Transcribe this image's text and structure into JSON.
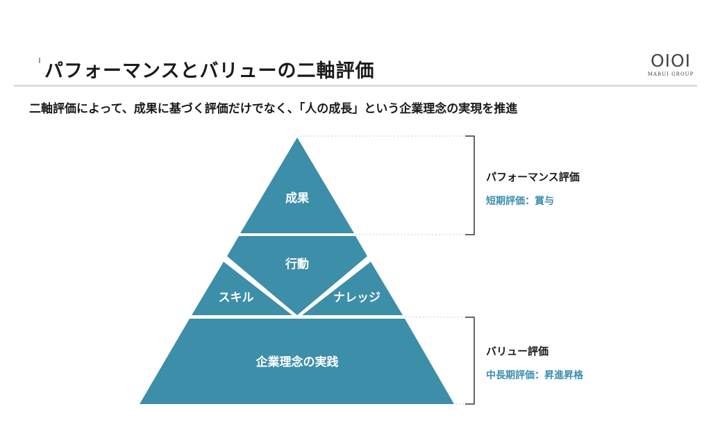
{
  "header": {
    "title": "パフォーマンスとバリューの二軸評価",
    "logo_mark": "OIOI",
    "logo_text": "MARUI GROUP"
  },
  "subtitle": "二軸評価によって、成果に基づく評価だけでなく、「人の成長」という企業理念の実現を推進",
  "pyramid": {
    "top": "成果",
    "middle": "行動",
    "left": "スキル",
    "right": "ナレッジ",
    "base": "企業理念の実践"
  },
  "evaluations": {
    "performance": {
      "title": "パフォーマンス評価",
      "detail": "短期評価：賞与"
    },
    "value": {
      "title": "バリュー評価",
      "detail": "中長期評価：昇進昇格"
    }
  },
  "colors": {
    "pyramid_fill": "#3d8ea8",
    "accent_text": "#3a8fb0",
    "bracket": "#333333",
    "dotted_line": "#c8c8c8"
  }
}
